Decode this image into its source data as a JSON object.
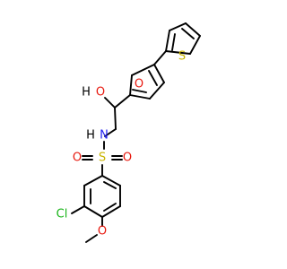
{
  "molecule": {
    "atom_labels": {
      "thiophene_s": "S",
      "furan_o": "O",
      "hydroxyl": "H",
      "hydroxyl_o": "O",
      "amine_n": "N",
      "amine_h": "H",
      "sulfonyl_s": "S",
      "sulfonyl_o_left": "O",
      "sulfonyl_o_right": "O",
      "chlorine": "Cl",
      "methoxy_o": "O"
    },
    "element_colors": {
      "carbon_bond": "#000000",
      "oxygen": "#e8190f",
      "sulfur": "#c8b400",
      "nitrogen": "#1f1ff0",
      "chlorine": "#18b418"
    }
  }
}
